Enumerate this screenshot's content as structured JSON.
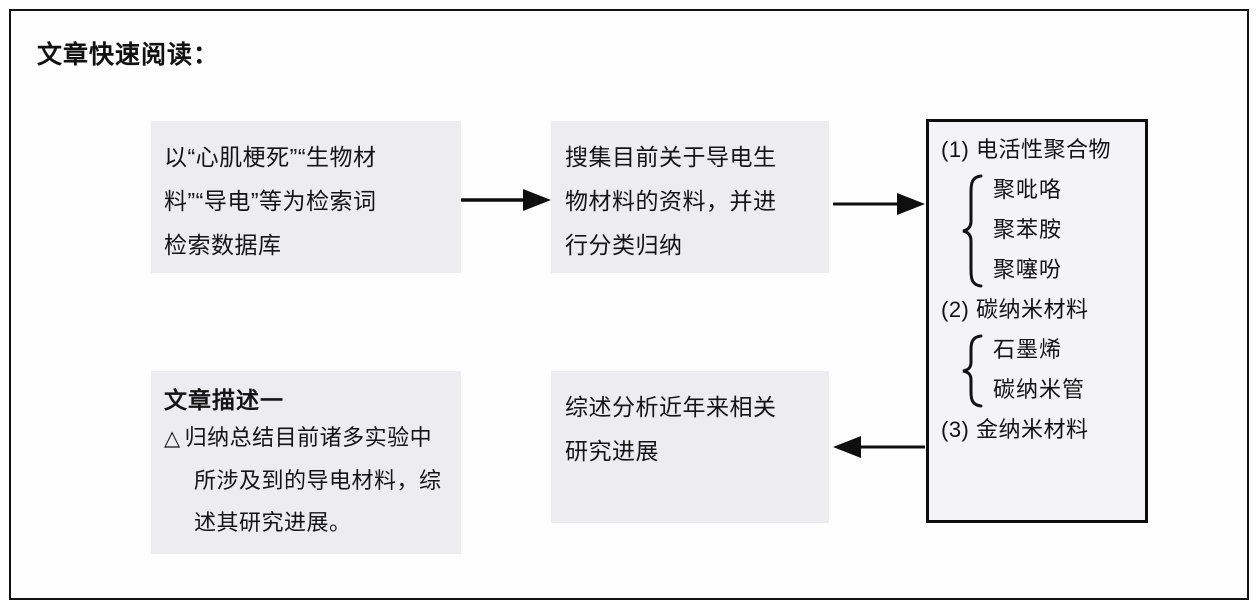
{
  "page": {
    "title": "文章快速阅读："
  },
  "flow": {
    "search_box": {
      "text": "以“心肌梗死”“生物材\n料”“导电”等为检索词\n检索数据库"
    },
    "collect_box": {
      "text": "搜集目前关于导电生\n物材料的资料，并进\n行分类归纳"
    },
    "review_box": {
      "text": "综述分析近年来相关\n研究进展"
    },
    "description_box": {
      "heading": "文章描述一",
      "marker": "△",
      "body": "归纳总结目前诸多实验中所涉及到的导电材料，综述其研究进展。"
    }
  },
  "materials_panel": {
    "groups": [
      {
        "label": "(1) 电活性聚合物",
        "items": [
          "聚吡咯",
          "聚苯胺",
          "聚噻吩"
        ]
      },
      {
        "label": "(2) 碳纳米材料",
        "items": [
          "石墨烯",
          "碳纳米管"
        ]
      },
      {
        "label": "(3) 金纳米材料",
        "items": []
      }
    ]
  },
  "arrows": {
    "search_to_collect": "arrow-right",
    "collect_to_panel": "arrow-right",
    "panel_to_review": "arrow-left"
  },
  "colors": {
    "box_fill": "#ededf0",
    "line": "#121212",
    "page_bg": "#ffffff"
  }
}
